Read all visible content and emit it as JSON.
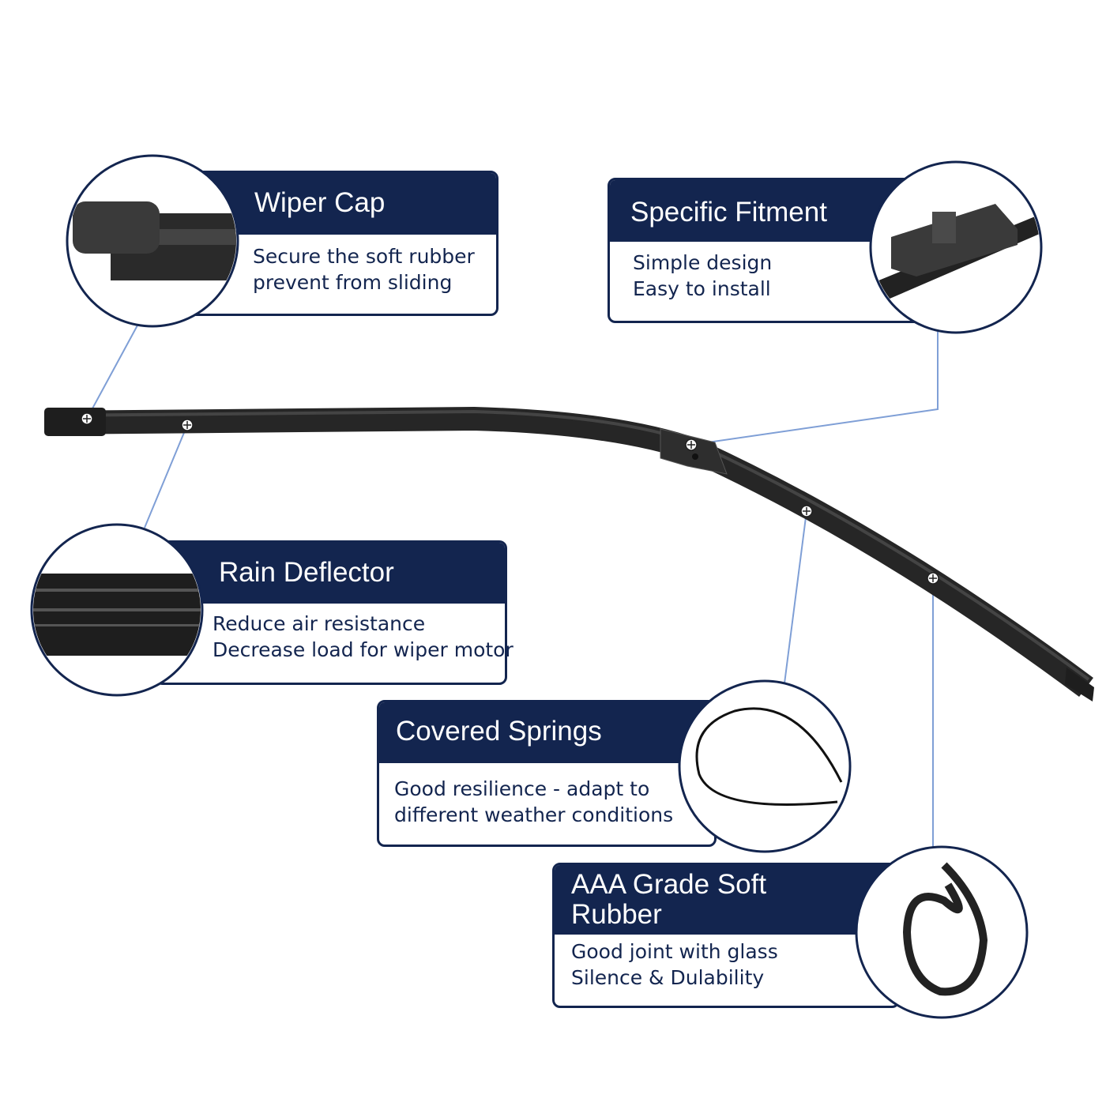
{
  "features": [
    {
      "title": "Wiper Cap",
      "lines": [
        "Secure the soft rubber",
        "prevent from sliding"
      ]
    },
    {
      "title": "Specific Fitment",
      "lines": [
        "Simple design",
        "Easy to install"
      ]
    },
    {
      "title": "Rain Deflector",
      "lines": [
        "Reduce air resistance",
        "Decrease load for wiper motor"
      ]
    },
    {
      "title": "Covered Springs",
      "lines": [
        "Good resilience - adapt to",
        "different weather conditions"
      ]
    },
    {
      "title_lines": [
        "AAA Grade Soft",
        "Rubber"
      ],
      "lines": [
        "Good joint with glass",
        "Silence & Dulability"
      ]
    }
  ],
  "colors": {
    "navy": "#13254f",
    "callout": "#7f9fd6",
    "blade": "#2b2b2b"
  }
}
